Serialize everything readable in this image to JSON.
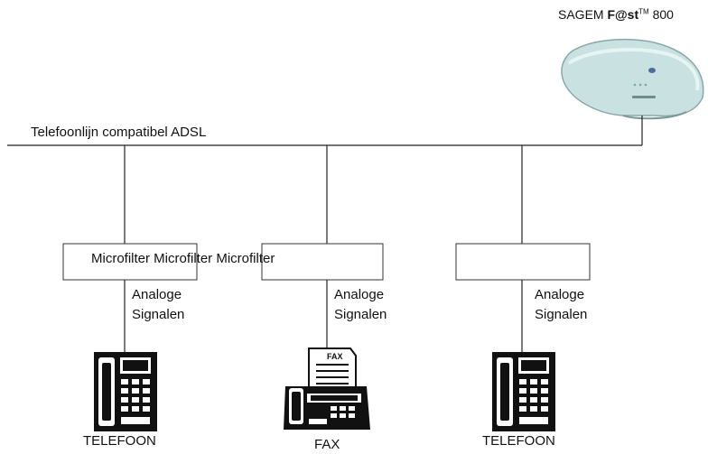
{
  "modem": {
    "brand": "SAGEM",
    "model_prefix": "F@st",
    "model_suffix": "800",
    "tm": "TM"
  },
  "line": {
    "label": "Telefoonlijn compatibel ADSL"
  },
  "microfilters": {
    "text": "Microfilter Microfilter Microfilter"
  },
  "branches": [
    {
      "signal_line1": "Analoge",
      "signal_line2": "Signalen",
      "device": "TELEFOON"
    },
    {
      "signal_line1": "Analoge",
      "signal_line2": "Signalen",
      "device": "FAX"
    },
    {
      "signal_line1": "Analoge",
      "signal_line2": "Signalen",
      "device": "TELEFOON"
    }
  ],
  "icons": {
    "modem": "adsl-modem-icon",
    "phone": "telephone-icon",
    "fax": "fax-machine-icon"
  },
  "colors": {
    "line": "#222222",
    "modem_body": "#c9e2e1",
    "device": "#111111"
  }
}
